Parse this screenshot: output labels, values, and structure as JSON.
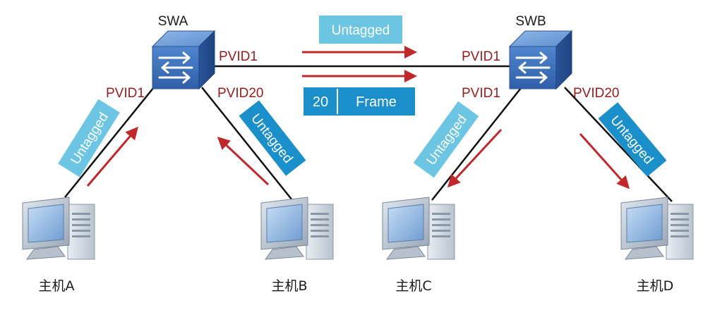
{
  "switches": {
    "swa": {
      "label": "SWA"
    },
    "swb": {
      "label": "SWB"
    }
  },
  "ports": {
    "swa_trunk": "PVID1",
    "swa_host_a": "PVID1",
    "swa_host_b": "PVID20",
    "swb_trunk": "PVID1",
    "swb_host_c": "PVID1",
    "swb_host_d": "PVID20"
  },
  "tags": {
    "trunk_top": "Untagged",
    "link_a": "Untagged",
    "link_b": "Untagged",
    "link_c": "Untagged",
    "link_d": "Untagged"
  },
  "frame": {
    "vlan_id": "20",
    "label": "Frame"
  },
  "hosts": {
    "a": "主机A",
    "b": "主机B",
    "c": "主机C",
    "d": "主机D"
  },
  "colors": {
    "arrow": "#c0282b",
    "port_text": "#9b1b1b",
    "tag_light": "#6cc5e3",
    "tag_dark": "#1a8fc9",
    "frame_blue": "#1a8fc9",
    "switch_blue": "#3c6fb4"
  },
  "icons": {
    "switch": "network-switch-icon",
    "computer": "desktop-computer-icon",
    "arrow": "flow-arrow-icon"
  }
}
